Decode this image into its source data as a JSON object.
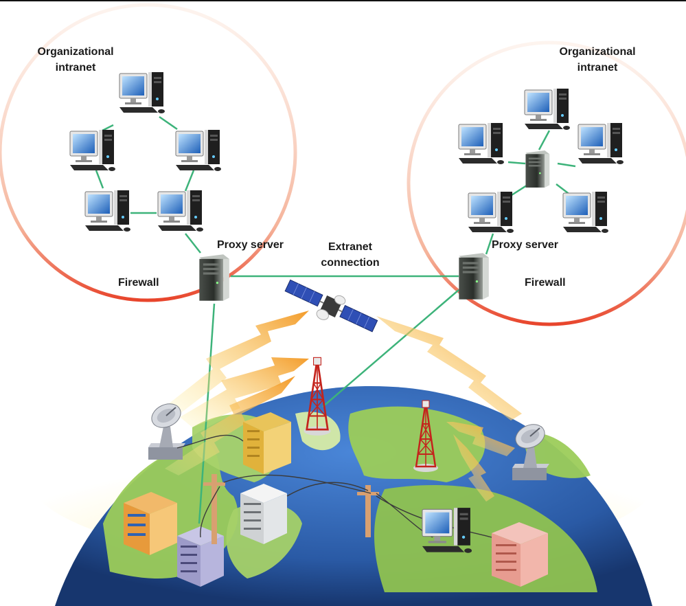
{
  "labels": {
    "intranet_left": "Organizational\nintranet",
    "intranet_right": "Organizational\nintranet",
    "proxy_left": "Proxy server",
    "proxy_right": "Proxy server",
    "extranet": "Extranet\nconnection",
    "firewall_left": "Firewall",
    "firewall_right": "Firewall"
  },
  "colors": {
    "link_green": "#3db37a",
    "firewall_red": "#e8452c",
    "signal_orange": "#f39b2a",
    "ocean_blue": "#2c5aa0",
    "land_green": "#9ccc5a"
  },
  "icons": {
    "workstation": "desktop-computer-icon",
    "server": "tower-server-icon",
    "satellite": "satellite-icon",
    "dish": "satellite-dish-icon",
    "tower": "radio-tower-icon",
    "building": "office-building-icon",
    "utility_pole": "utility-pole-icon"
  }
}
